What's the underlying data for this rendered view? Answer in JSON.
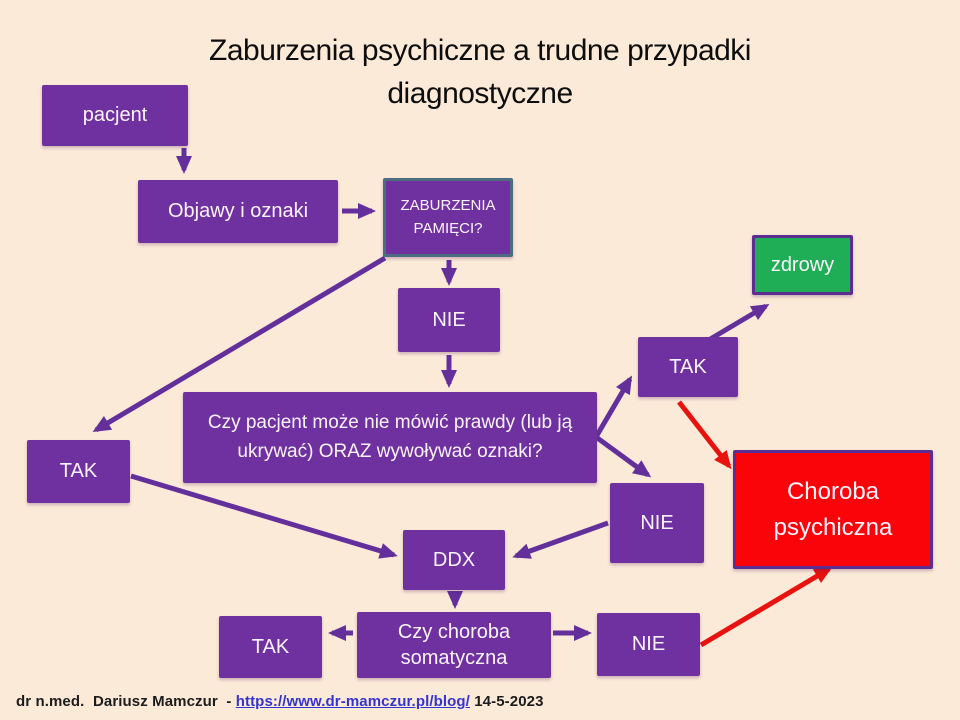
{
  "title": "Zaburzenia psychiczne a trudne przypadki diagnostyczne",
  "nodes": {
    "pacjent": "pacjent",
    "objawy": "Objawy i oznaki",
    "zaburzenia": "ZABURZENIA PAMIĘCI?",
    "nie_top": "NIE",
    "question": "Czy pacjent może nie mówić prawdy (lub ją ukrywać) ORAZ wywoływać oznaki?",
    "tak_left": "TAK",
    "tak_right": "TAK",
    "zdrowy": "zdrowy",
    "nie_right": "NIE",
    "choroba": "Choroba psychiczna",
    "ddx": "DDX",
    "tak_bottom": "TAK",
    "czy_somatyczna": "Czy choroba somatyczna",
    "nie_bottom": "NIE"
  },
  "edges": [
    {
      "from": "pacjent",
      "to": "objawy",
      "color": "purple"
    },
    {
      "from": "objawy",
      "to": "zaburzenia",
      "color": "purple"
    },
    {
      "from": "zaburzenia",
      "to": "nie_top",
      "color": "purple"
    },
    {
      "from": "nie_top",
      "to": "question",
      "color": "purple"
    },
    {
      "from": "zaburzenia",
      "to": "tak_left",
      "color": "purple"
    },
    {
      "from": "question",
      "to": "tak_right",
      "color": "purple"
    },
    {
      "from": "question",
      "to": "nie_right",
      "color": "purple"
    },
    {
      "from": "tak_right",
      "to": "zdrowy",
      "color": "purple"
    },
    {
      "from": "tak_left",
      "to": "ddx",
      "color": "purple"
    },
    {
      "from": "nie_right",
      "to": "ddx",
      "color": "purple"
    },
    {
      "from": "ddx",
      "to": "czy_somatyczna",
      "color": "purple"
    },
    {
      "from": "czy_somatyczna",
      "to": "tak_bottom",
      "color": "purple"
    },
    {
      "from": "czy_somatyczna",
      "to": "nie_bottom",
      "color": "purple"
    },
    {
      "from": "tak_right",
      "to": "choroba",
      "color": "red"
    },
    {
      "from": "nie_bottom",
      "to": "choroba",
      "color": "red"
    }
  ],
  "colors": {
    "background": "#fcead9",
    "box_purple": "#7031a0",
    "arrow_purple": "#63309b",
    "decision_border_teal": "#4e6d80",
    "healthy_green": "#1fae55",
    "disease_red": "#fb0409",
    "outcome_border_purple": "#5d2e91",
    "link_blue": "#3535cb",
    "red_arrow": "#e8120e"
  },
  "footer": {
    "author": "dr n.med.  Dariusz Mamczur  -",
    "link_text": "https://www.dr-mamczur.pl/blog/",
    "link_href": "https://www.dr-mamczur.pl/blog/",
    "date": "14-5-2023"
  }
}
